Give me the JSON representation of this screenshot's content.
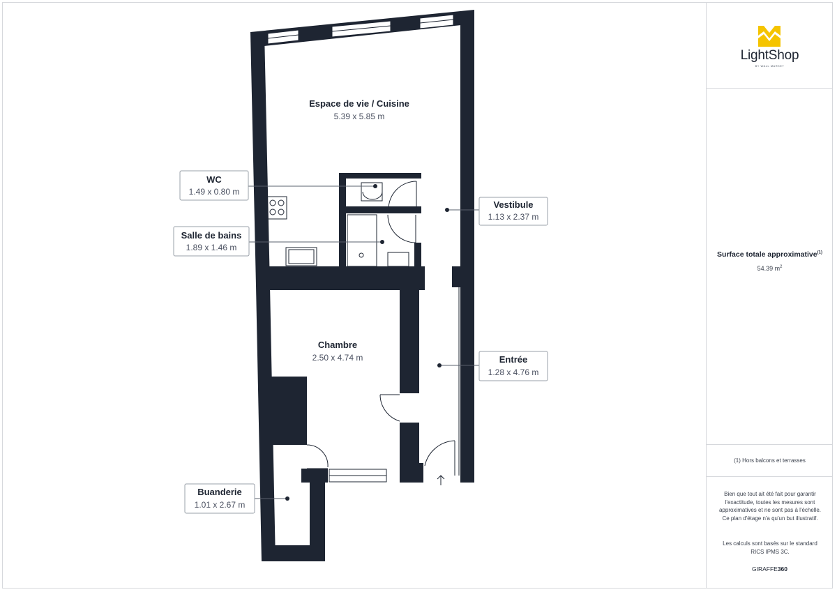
{
  "brand": {
    "name": "LightShop",
    "subtitle": "BY WALL MARKET",
    "accent_color": "#f5c400",
    "icon": "lightshop-crown-icon"
  },
  "rooms": [
    {
      "id": "espace-de-vie",
      "name": "Espace de vie / Cuisine",
      "dimensions": "5.39 x 5.85 m"
    },
    {
      "id": "wc",
      "name": "WC",
      "dimensions": "1.49 x 0.80 m"
    },
    {
      "id": "salle-de-bains",
      "name": "Salle de bains",
      "dimensions": "1.89 x 1.46 m"
    },
    {
      "id": "vestibule",
      "name": "Vestibule",
      "dimensions": "1.13 x 2.37 m"
    },
    {
      "id": "chambre",
      "name": "Chambre",
      "dimensions": "2.50 x 4.74 m"
    },
    {
      "id": "entree",
      "name": "Entrée",
      "dimensions": "1.28 x 4.76 m"
    },
    {
      "id": "buanderie",
      "name": "Buanderie",
      "dimensions": "1.01 x 2.67 m"
    }
  ],
  "surface": {
    "title": "Surface totale approximative",
    "title_sup": "(1)",
    "value": "54.39 m",
    "value_sup": "2"
  },
  "footnote": "(1) Hors balcons et terrasses",
  "disclaimer": [
    "Bien que tout ait été fait pour garantir l'exactitude, toutes les mesures sont approximatives et ne sont pas à l'échelle. Ce plan d'étage n'a qu'un but illustratif.",
    "Les calculs sont basés sur le standard RICS IPMS 3C."
  ],
  "credit": {
    "prefix": "GIRAFFE",
    "suffix": "360"
  },
  "colors": {
    "wall": "#1e2532",
    "text": "#1e2532",
    "border": "#d6d8dc"
  }
}
